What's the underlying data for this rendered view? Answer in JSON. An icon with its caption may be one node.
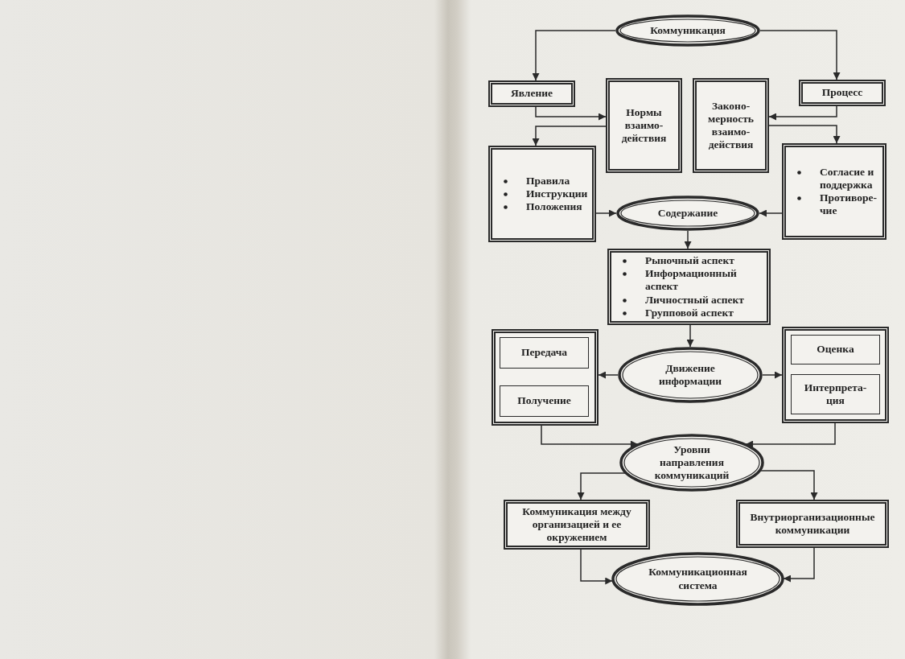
{
  "diagram": {
    "nodes": [
      {
        "text": [
          "Коммуникация"
        ]
      },
      {
        "text": [
          "Явление"
        ]
      },
      {
        "text": [
          "Нормы взаимо-действия"
        ]
      },
      {
        "text": [
          "Законо-мерность взаимо-действия"
        ]
      },
      {
        "text": [
          "Процесс"
        ]
      },
      {
        "text": [
          "Правила",
          "Инструкции",
          "Положения"
        ]
      },
      {
        "text": [
          "Содержание"
        ]
      },
      {
        "text": [
          "Согласие и поддержка",
          "Противоре-чие"
        ]
      },
      {
        "text": [
          "Рыночный аспект",
          "Информационный аспект",
          "Личностный аспект",
          "Групповой аспект"
        ]
      },
      {
        "text": [],
        "shape": "box"
      },
      {
        "text": [
          "Передача"
        ],
        "in": 9
      },
      {
        "text": [
          "Получение"
        ],
        "in": 9
      },
      {
        "text": [
          "Движение информации"
        ]
      },
      {
        "text": [],
        "shape": "box"
      },
      {
        "text": [
          "Оценка"
        ],
        "in": 13
      },
      {
        "text": [
          "Интерпрета-ция"
        ],
        "in": 13
      },
      {
        "text": [
          "Уровни направления коммуникаций"
        ]
      },
      {
        "text": [
          "Коммуникация между организацией и ее окружением"
        ]
      },
      {
        "text": [
          "Внутриорганизационные коммуникации"
        ]
      },
      {
        "text": [
          "Коммуникационная система"
        ]
      }
    ],
    "edges": [
      {
        "from": 0,
        "to": 1,
        "arrow": "to"
      },
      {
        "from": 0,
        "to": 4,
        "arrow": "to"
      },
      {
        "from": 1,
        "to": 2,
        "arrow": "to"
      },
      {
        "from": 2,
        "to": 5,
        "arrow": "to"
      },
      {
        "from": 4,
        "to": 3,
        "arrow": "to"
      },
      {
        "from": 3,
        "to": 7,
        "arrow": "to"
      },
      {
        "from": 5,
        "to": 6,
        "arrow": "to"
      },
      {
        "from": 7,
        "to": 6,
        "arrow": "to"
      },
      {
        "from": 6,
        "to": 8,
        "arrow": "to"
      },
      {
        "from": 8,
        "to": 12,
        "arrow": "to"
      },
      {
        "from": 12,
        "to": 9,
        "arrow": "to"
      },
      {
        "from": 12,
        "to": 13,
        "arrow": "to"
      },
      {
        "from": 9,
        "to": 16,
        "arrow": "to"
      },
      {
        "from": 13,
        "to": 16,
        "arrow": "to"
      },
      {
        "from": 16,
        "to": 17,
        "arrow": "to"
      },
      {
        "from": 16,
        "to": 18,
        "arrow": "to"
      },
      {
        "from": 17,
        "to": 19,
        "arrow": "to"
      },
      {
        "from": 18,
        "to": 19,
        "arrow": "to"
      }
    ]
  }
}
